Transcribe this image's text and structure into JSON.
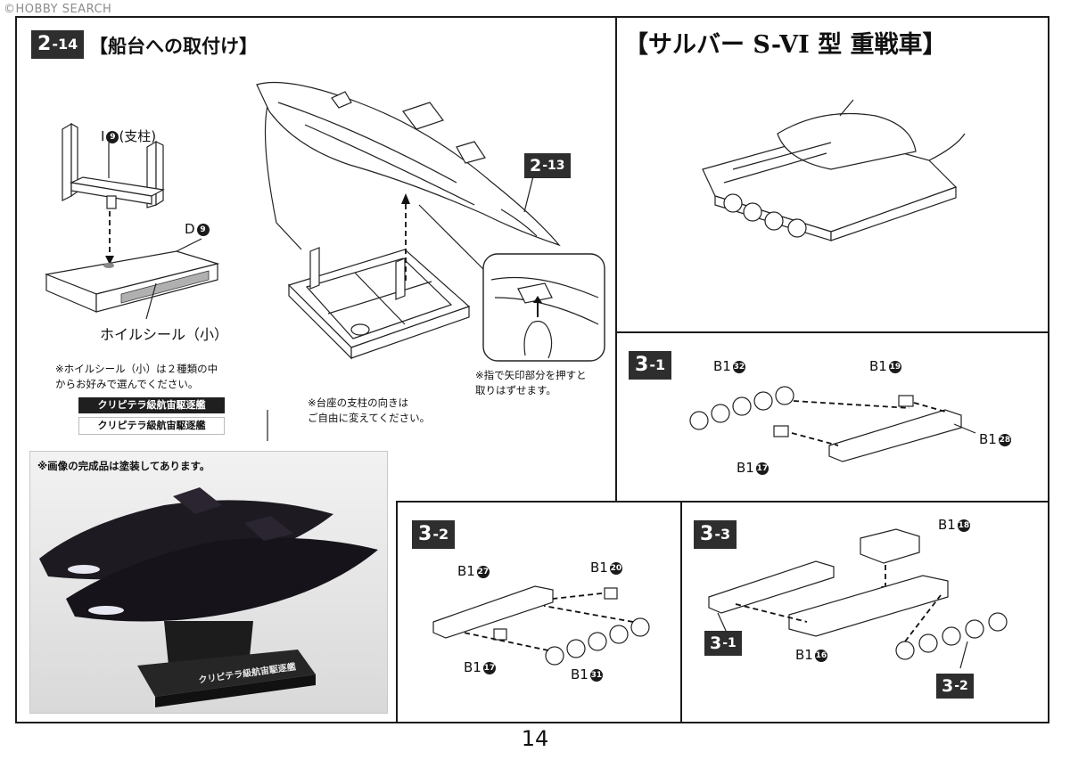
{
  "watermark": "©HOBBY SEARCH",
  "page_number": "14",
  "section_2_14": {
    "step_major": "2",
    "step_minor": "-14",
    "title": "【船台への取付け】",
    "part_i9_prefix": "I",
    "part_i9_num": "9",
    "part_i9_suffix": "(支柱)",
    "part_d9_prefix": "D",
    "part_d9_num": "9",
    "foil_seal_label": "ホイルシール（小）",
    "foil_note_line1": "※ホイルシール（小）は２種類の中",
    "foil_note_line2": "からお好みで選んでください。",
    "sticker_dark": "クリピテラ級航宙駆逐艦",
    "sticker_light": "クリピテラ級航宙駆逐艦",
    "ref_step_major": "2",
    "ref_step_minor": "-13",
    "stand_note_line1": "※台座の支柱の向きは",
    "stand_note_line2": "ご自由に変えてください。",
    "finger_note_line1": "※指で矢印部分を押すと",
    "finger_note_line2": "取りはずせます。"
  },
  "photo": {
    "note": "※画像の完成品は塗装してあります。",
    "base_plate_text": "クリピテラ級航宙駆逐艦"
  },
  "tank": {
    "title": "【サルバー S-VI 型 重戦車】"
  },
  "section_3_1": {
    "step_major": "3",
    "step_minor": "-1",
    "parts": [
      {
        "prefix": "B1",
        "num": "32"
      },
      {
        "prefix": "B1",
        "num": "19"
      },
      {
        "prefix": "B1",
        "num": "28"
      },
      {
        "prefix": "B1",
        "num": "17"
      }
    ]
  },
  "section_3_2": {
    "step_major": "3",
    "step_minor": "-2",
    "parts": [
      {
        "prefix": "B1",
        "num": "27"
      },
      {
        "prefix": "B1",
        "num": "20"
      },
      {
        "prefix": "B1",
        "num": "17"
      },
      {
        "prefix": "B1",
        "num": "31"
      }
    ]
  },
  "section_3_3": {
    "step_major": "3",
    "step_minor": "-3",
    "part_top": {
      "prefix": "B1",
      "num": "18"
    },
    "part_bottom": {
      "prefix": "B1",
      "num": "16"
    },
    "ref_a_major": "3",
    "ref_a_minor": "-1",
    "ref_b_major": "3",
    "ref_b_minor": "-2"
  }
}
